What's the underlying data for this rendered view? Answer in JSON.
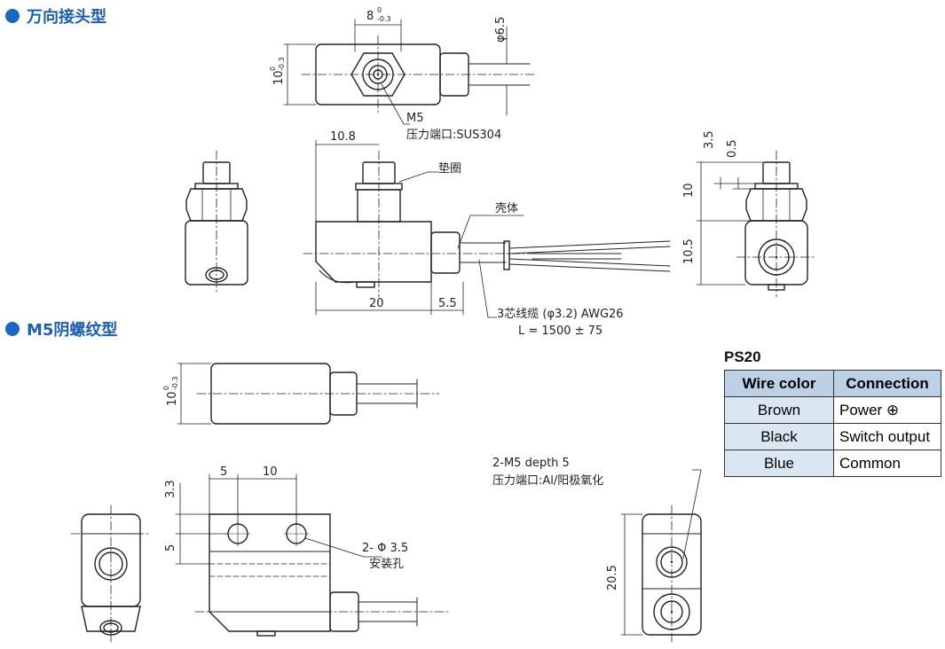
{
  "sections": {
    "swivel_title": "万向接头型",
    "m5_title": "M5阴螺纹型"
  },
  "labels": {
    "dim_8": "8",
    "tol_8_upper": "0",
    "tol_8_lower": "-0.3",
    "dim_10_top": "10",
    "tol_10_upper": "0",
    "tol_10_lower": "-0.3",
    "phi_65": "φ6.5",
    "m5": "M5",
    "pressure_port_sus": "压力端口:SUS304",
    "dim_108": "10.8",
    "gasket": "垫圈",
    "housing": "壳体",
    "dim_20": "20",
    "dim_55": "5.5",
    "cable": "3芯线缆 (φ3.2) AWG26",
    "cable_length": "L = 1500 ± 75",
    "dim_35": "3.5",
    "dim_05": "0.5",
    "dim_10_side": "10",
    "dim_105": "10.5",
    "dim_10_m5": "10",
    "tol_10m5_upper": "0",
    "tol_10m5_lower": "-0.3",
    "dim_5_top": "5",
    "dim_10_holes": "10",
    "dim_33": "3.3",
    "dim_5_side": "5",
    "mount_holes": "2- Φ 3.5",
    "mount_holes_cn": "安装孔",
    "m5_depth": "2-M5 depth 5",
    "pressure_port_al": "压力端口:Al/阳极氧化",
    "dim_205": "20.5"
  },
  "table": {
    "title": "PS20",
    "headers": [
      "Wire color",
      "Connection"
    ],
    "rows": [
      [
        "Brown",
        "Power ⊕"
      ],
      [
        "Black",
        "Switch output"
      ],
      [
        "Blue",
        "Common"
      ]
    ]
  }
}
